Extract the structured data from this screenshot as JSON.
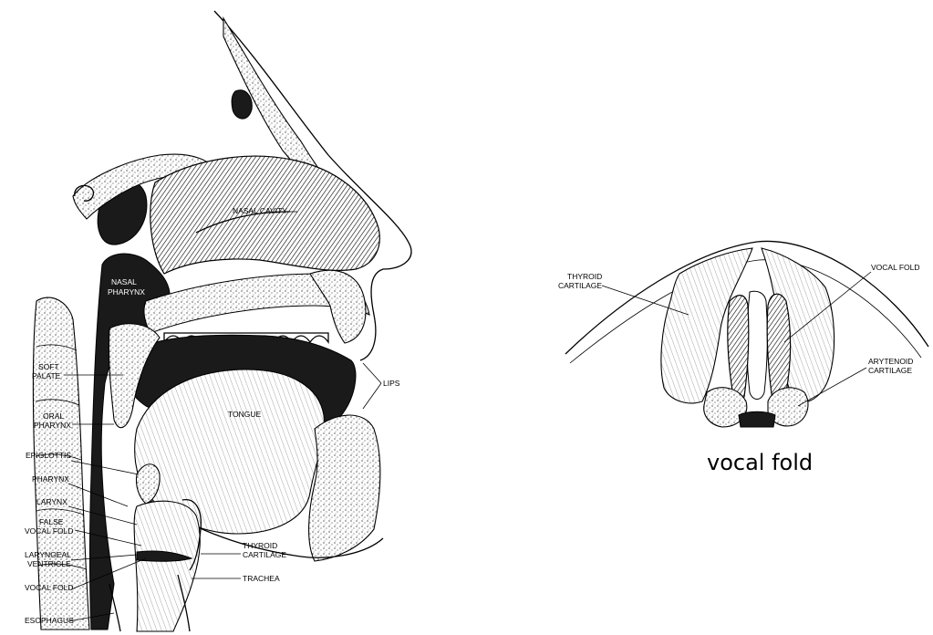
{
  "left_figure": {
    "labels": {
      "nasal_cavity": "NASAL CAVITY",
      "nasal_pharynx_1": "NASAL",
      "nasal_pharynx_2": "PHARYNX",
      "soft_palate_1": "SOFT",
      "soft_palate_2": "PALATE",
      "oral_pharynx_1": "ORAL",
      "oral_pharynx_2": "PHARYNX",
      "epiglottis": "EPIGLOTTIS",
      "pharynx": "PHARYNX",
      "larynx": "LARYNX",
      "false_vocal_fold_1": "FALSE",
      "false_vocal_fold_2": "VOCAL FOLD",
      "laryngeal_ventricle_1": "LARYNGEAL",
      "laryngeal_ventricle_2": "VENTRICLE",
      "vocal_fold": "VOCAL FOLD",
      "esophagus": "ESOPHAGUS",
      "tongue": "TONGUE",
      "lips": "LIPS",
      "thyroid_cartilage_1": "THYROID",
      "thyroid_cartilage_2": "CARTILAGE",
      "trachea": "TRACHEA"
    }
  },
  "right_figure": {
    "labels": {
      "thyroid_cartilage_1": "THYROID",
      "thyroid_cartilage_2": "CARTILAGE",
      "vocal_fold": "VOCAL FOLD",
      "arytenoid_cartilage_1": "ARYTENOID",
      "arytenoid_cartilage_2": "CARTILAGE"
    },
    "caption": "vocal fold"
  }
}
